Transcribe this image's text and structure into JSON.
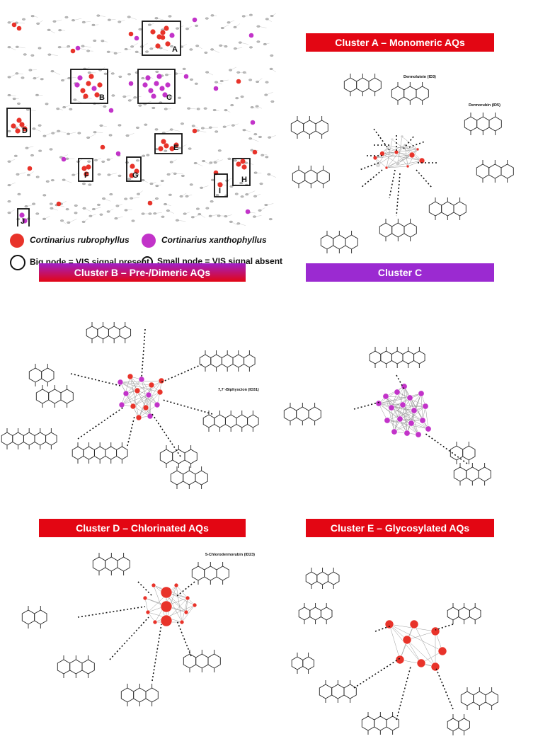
{
  "overview": {
    "box_labels": [
      "A",
      "B",
      "C",
      "D",
      "E",
      "F",
      "G",
      "H",
      "I",
      "J"
    ],
    "legend": {
      "species_red": "Cortinarius rubrophyllus",
      "species_purple": "Cortinarius xanthophyllus",
      "big_node": "Big node = VIS signal present",
      "small_node": "Small node = VIS signal absent",
      "red_color": "#e8332a",
      "purple_color": "#c233c9"
    }
  },
  "clusters": {
    "a": {
      "title": "Cluster A – Monomeric AQs",
      "color": "#e30613",
      "labels": [
        "Dermolutein (ID3)",
        "Dermorubin (ID5)"
      ]
    },
    "b": {
      "title": "Cluster B – Pre-/Dimeric AQs",
      "gradient_from": "#a020c8",
      "gradient_to": "#e30613",
      "labels": [
        "7,7´-Biphyscion (ID31)"
      ]
    },
    "c": {
      "title": "Cluster C",
      "color": "#9b2ad1",
      "labels": []
    },
    "d": {
      "title": "Cluster D – Chlorinated AQs",
      "color": "#e30613",
      "labels": [
        "5-Chlorodermorubin (ID23)"
      ]
    },
    "e": {
      "title": "Cluster E – Glycosylated AQs",
      "color": "#e30613",
      "labels": []
    }
  }
}
